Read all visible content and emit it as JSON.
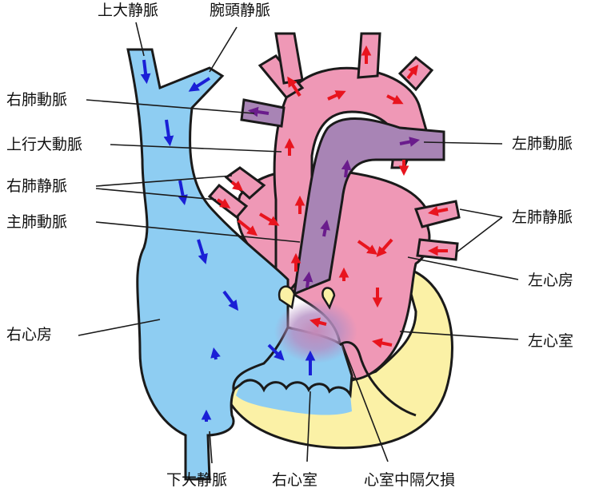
{
  "labels": {
    "svc": "上大静脈",
    "brachiocephalic": "腕頭静脈",
    "rpa": "右肺動脈",
    "ascending_aorta": "上行大動脈",
    "rpv": "右肺静脈",
    "main_pa": "主肺動脈",
    "ra": "右心房",
    "ivc": "下大静脈",
    "rv": "右心室",
    "vsd": "心室中隔欠損",
    "lpa": "左肺動脈",
    "lpv": "左肺静脈",
    "la": "左心房",
    "lv": "左心室"
  },
  "colors": {
    "venous": "#8ecdf2",
    "arterial": "#ef98b6",
    "pulmonary_artery": "#a884b5",
    "myocardium": "#fbf1a6",
    "outline": "#1a1a1a",
    "venous_arrow": "#1a1fd6",
    "arterial_arrow": "#e8141e",
    "pa_arrow": "#6a1c8c"
  }
}
